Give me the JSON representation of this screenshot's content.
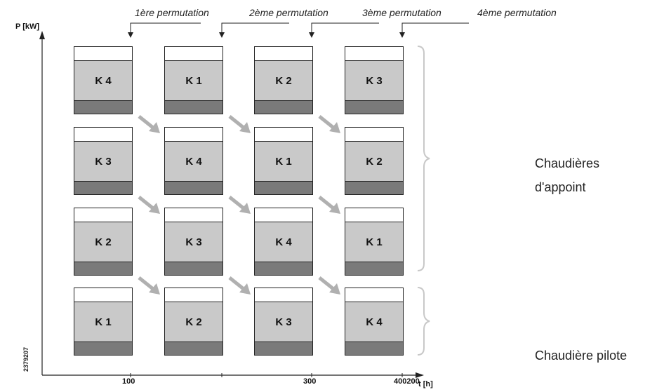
{
  "permutations": [
    "1ère permutation",
    "2ème permutation",
    "3ème permutation",
    "4ème permutation"
  ],
  "axes": {
    "y_label": "P [kW]",
    "x_label": "t [h]",
    "x_ticks": [
      "100",
      "300",
      "400200"
    ]
  },
  "side_id": "2379207",
  "group_labels": {
    "appoint_line1": "Chaudières",
    "appoint_line2": "d'appoint",
    "pilote": "Chaudière pilote"
  },
  "grid": [
    [
      "K 4",
      "K 1",
      "K 2",
      "K 3"
    ],
    [
      "K 3",
      "K 4",
      "K 1",
      "K 2"
    ],
    [
      "K 2",
      "K 3",
      "K 4",
      "K 1"
    ],
    [
      "K 1",
      "K 2",
      "K 3",
      "K 4"
    ]
  ],
  "colors": {
    "boiler_top": "#ffffff",
    "boiler_mid": "#c9c9c9",
    "boiler_bottom": "#7a7a7a",
    "arrow": "#b0b0b0",
    "bracket": "#c8c8c8"
  }
}
